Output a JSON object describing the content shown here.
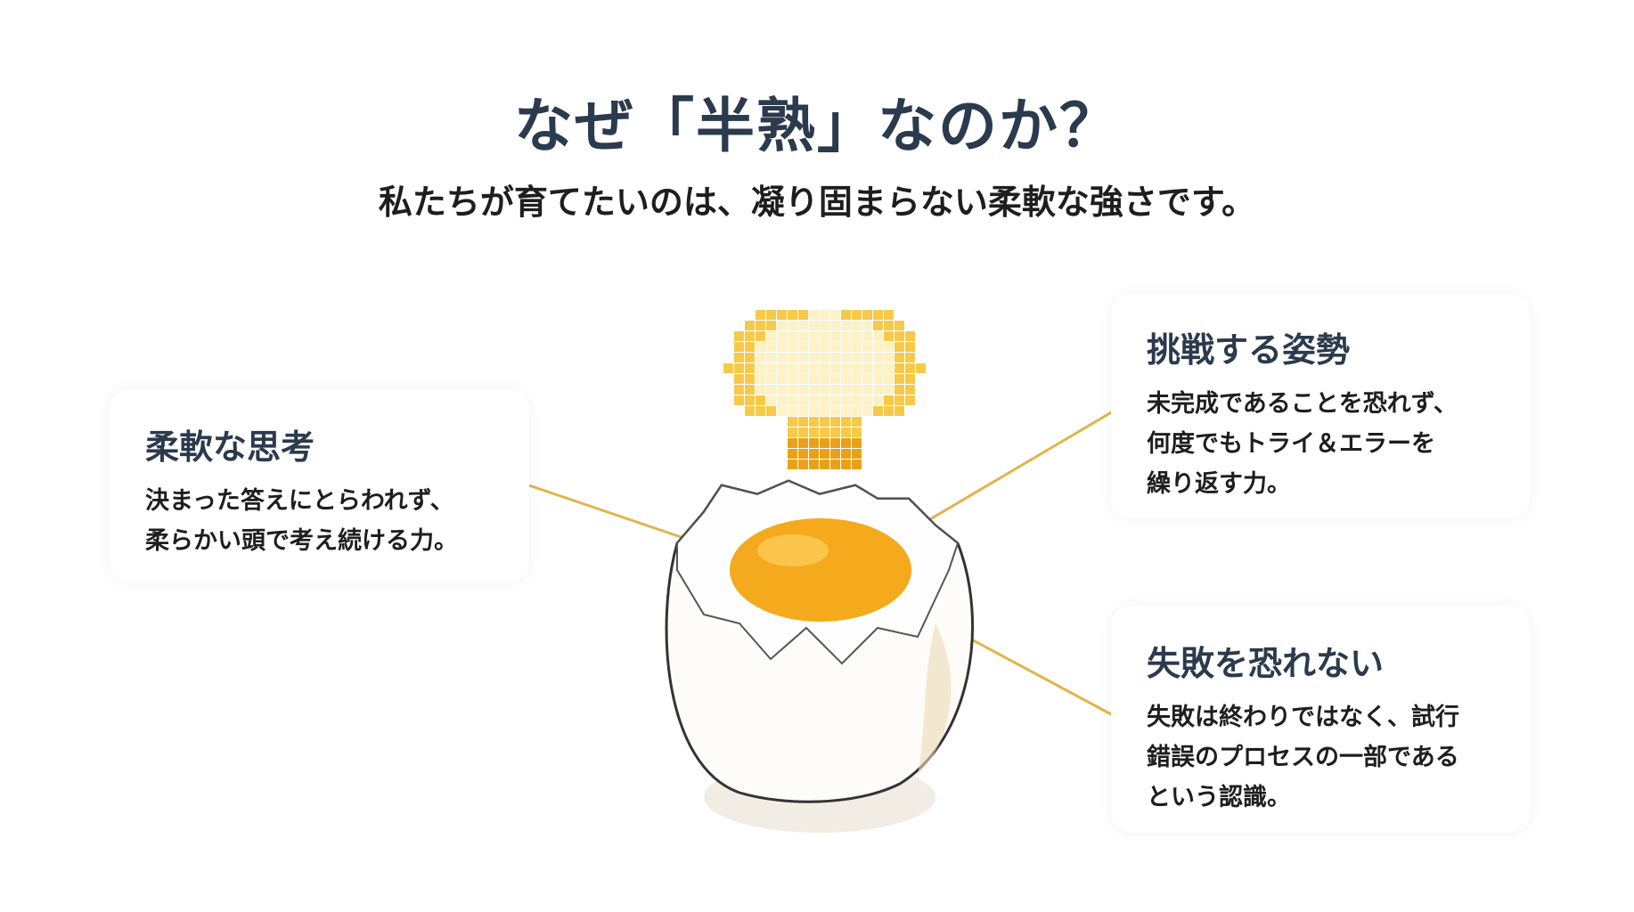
{
  "header": {
    "title": "なぜ「半熟」なのか？",
    "subtitle": "私たちが育てたいのは、凝り固まらない柔軟な強さです。"
  },
  "cards": [
    {
      "title": "柔軟な思考",
      "body": "決まった答えにとらわれず、\n柔らかい頭で考え続ける力。"
    },
    {
      "title": "挑戦する姿勢",
      "body": "未完成であることを恐れず、\n何度でもトライ＆エラーを\n繰り返す力。"
    },
    {
      "title": "失敗を恐れない",
      "body": "失敗は終わりではなく、試行\n錯誤のプロセスの一部である\nという認識。"
    }
  ],
  "colors": {
    "heading": "#2b3a4c",
    "yolk": "#f5a91c",
    "line": "#e2b44a",
    "bulb": "#f6c94a"
  }
}
